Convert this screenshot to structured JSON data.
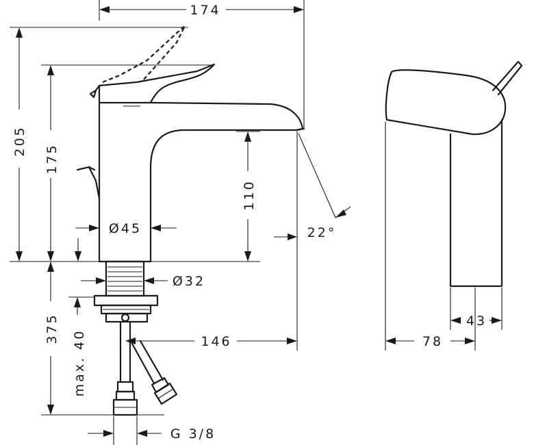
{
  "drawing": {
    "dimensions": {
      "width_overall": "174",
      "height_overall": "205",
      "height_to_top": "175",
      "spout_height": "110",
      "body_diameter": "Ø45",
      "shank_diameter": "Ø32",
      "spout_angle": "22°",
      "spout_reach": "146",
      "below_height": "375",
      "thread_max": "max. 40",
      "connection": "G 3/8",
      "side_depth": "78",
      "side_body": "43"
    }
  }
}
